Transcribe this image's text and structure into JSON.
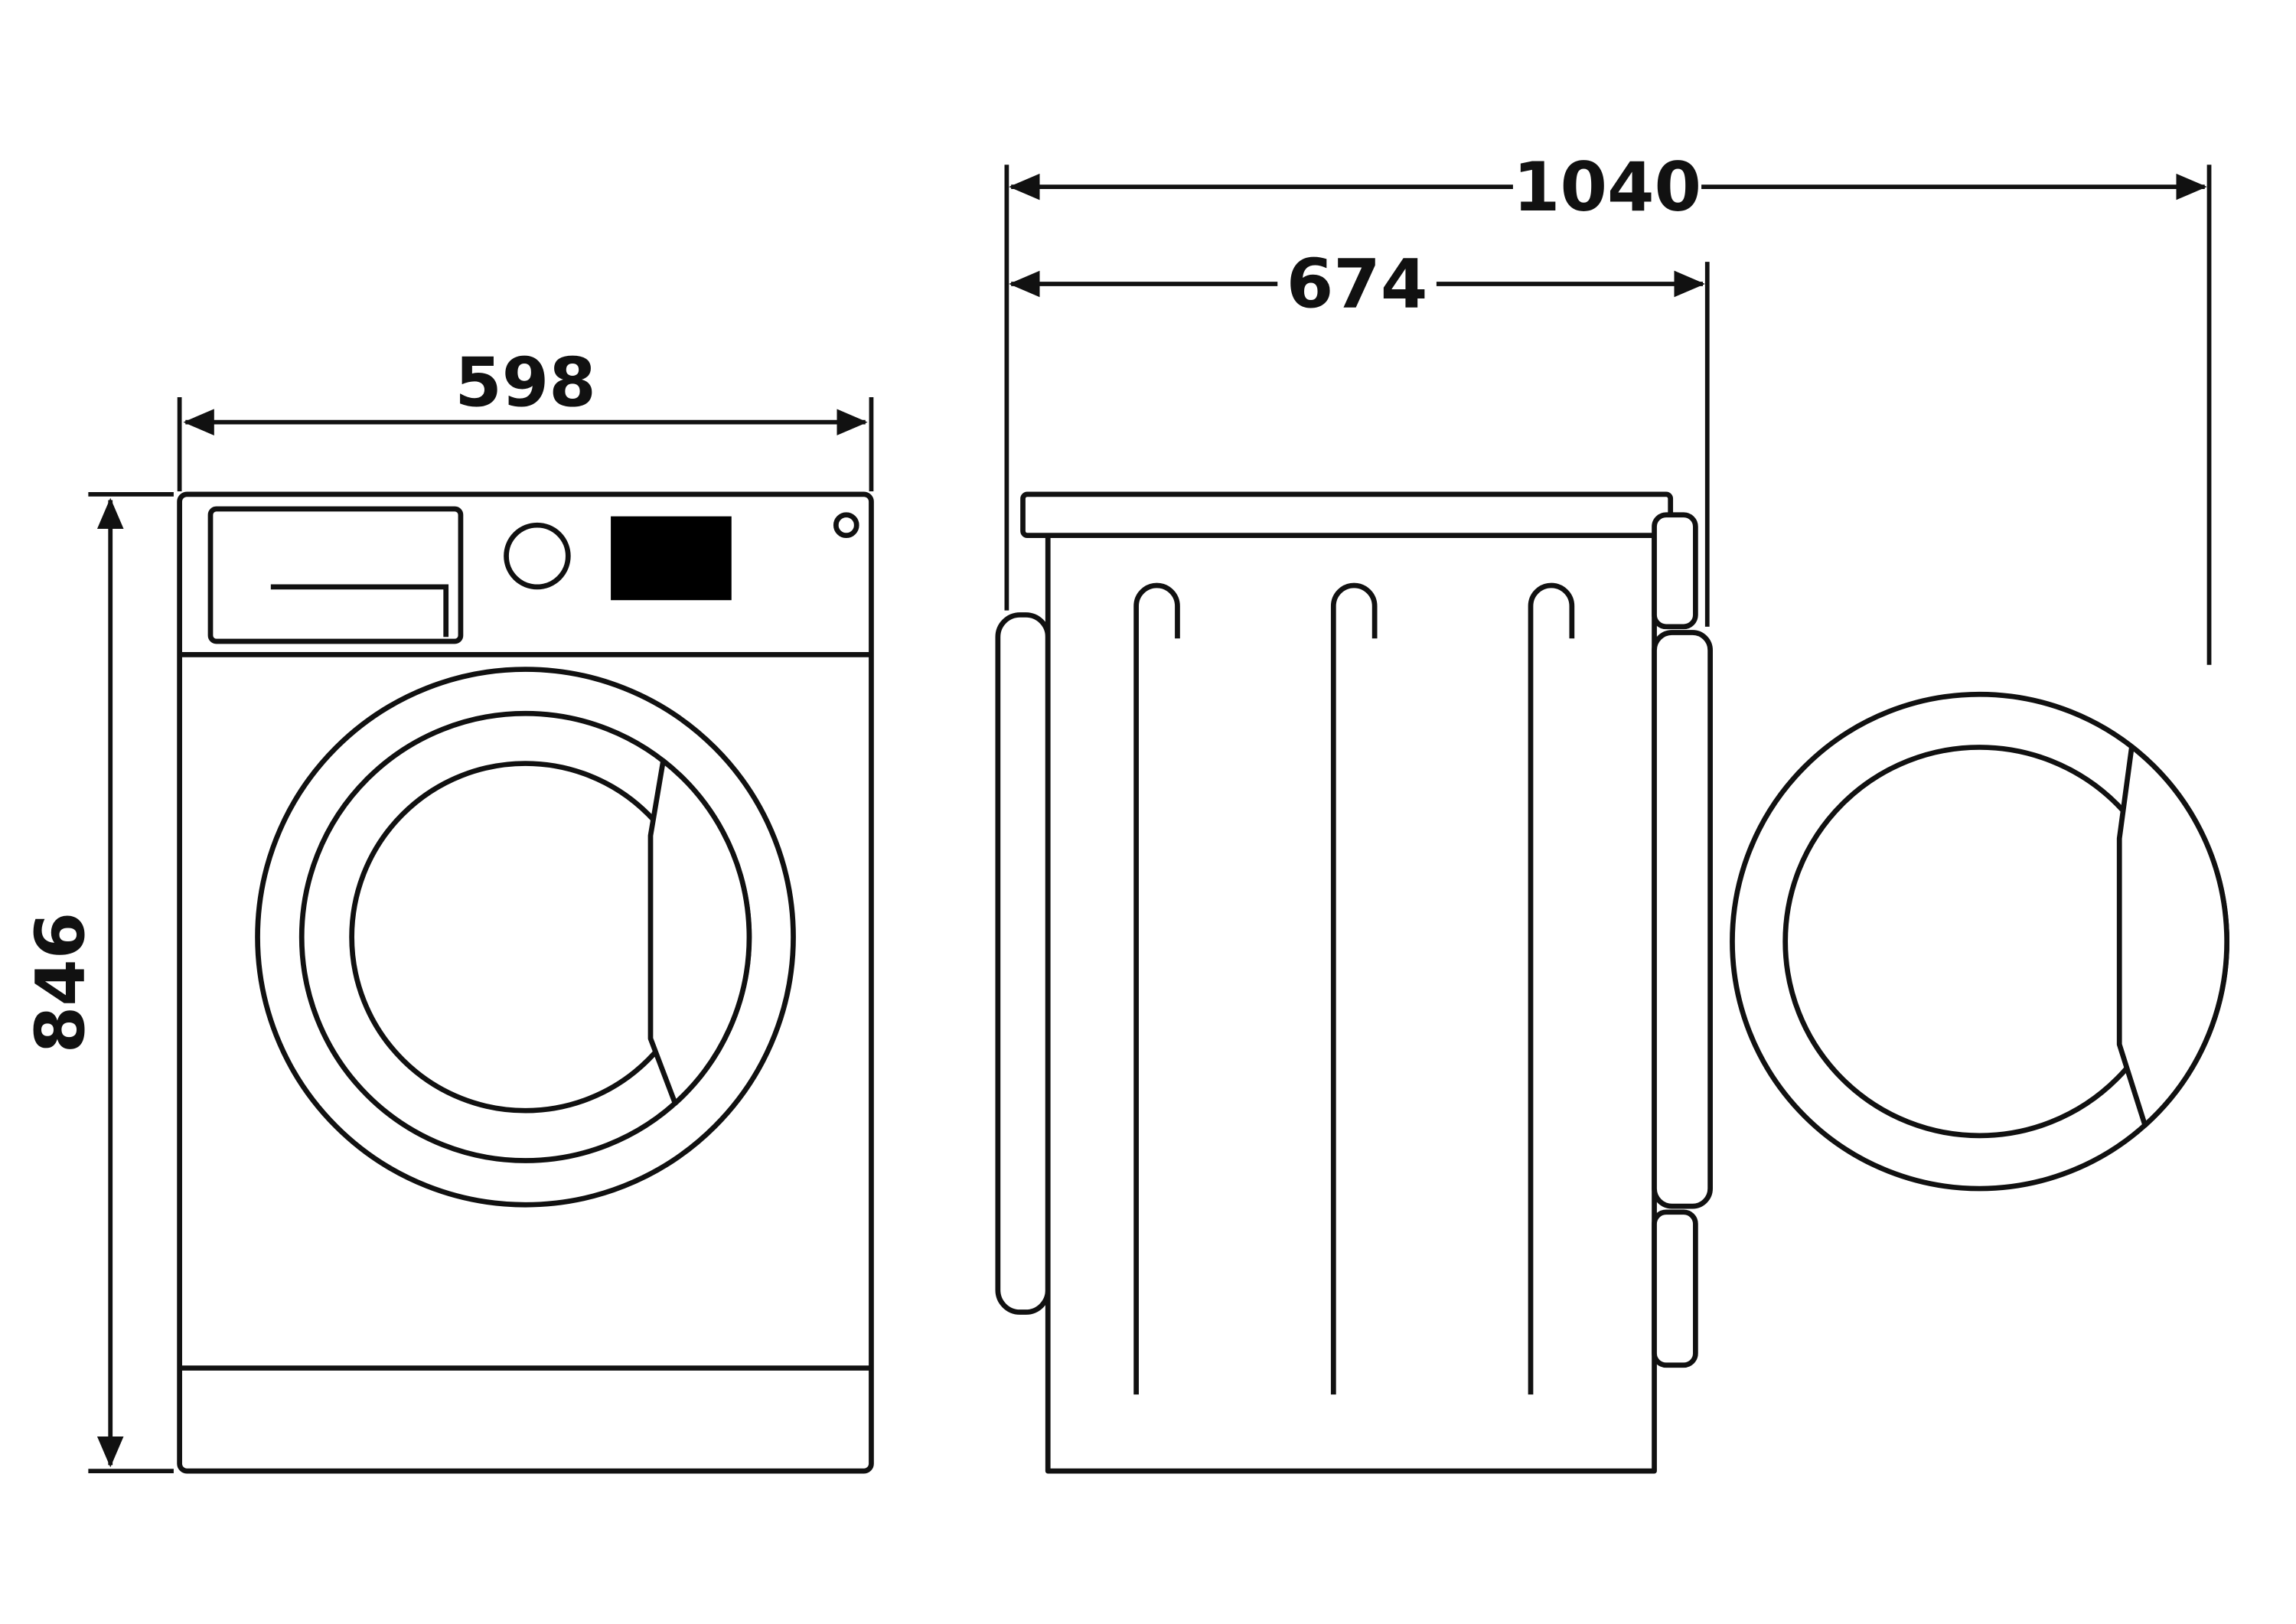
{
  "diagram": {
    "subject": "washing-machine-dimension-drawing",
    "front_view": {
      "width_label": "598",
      "height_label": "846"
    },
    "side_view": {
      "depth_label": "674",
      "total_depth_with_door_label": "1040"
    },
    "colors": {
      "line": "#111111",
      "background": "#ffffff",
      "display_screen": "#000000"
    }
  }
}
